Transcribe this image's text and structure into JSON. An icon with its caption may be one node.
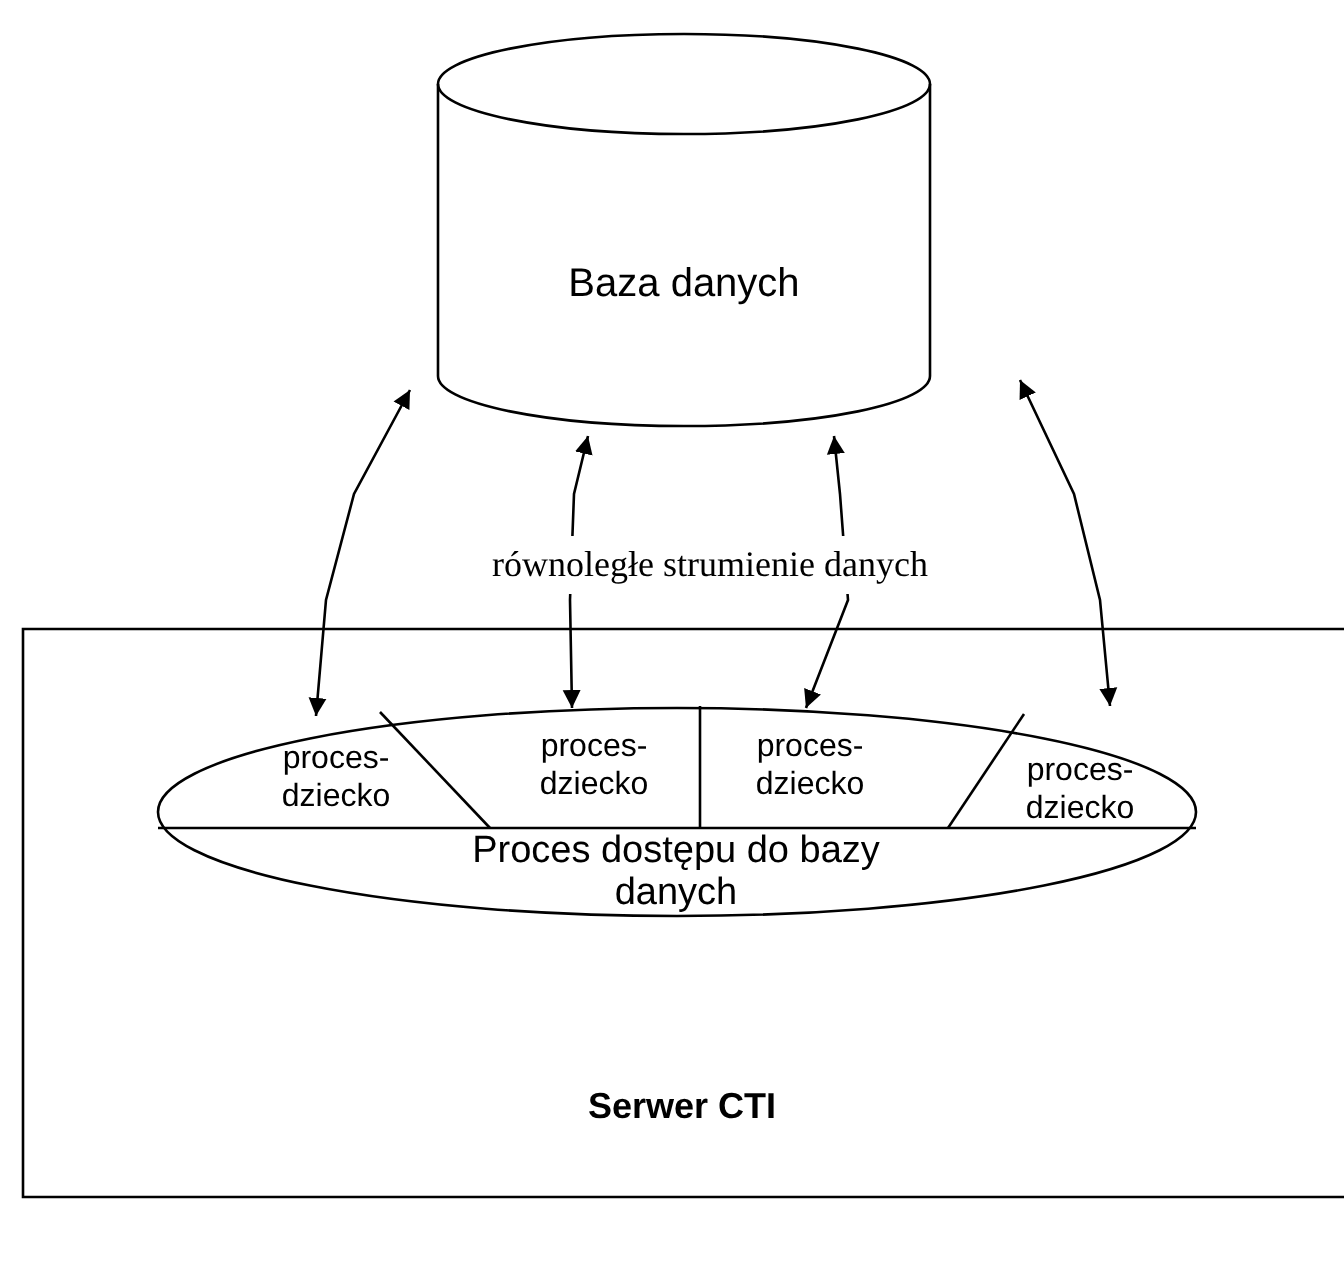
{
  "diagram": {
    "nodes": [
      {
        "text": [
          "Serwer CTI"
        ]
      },
      {
        "text": [
          "Baza danych"
        ]
      },
      {
        "text": [
          "Proces dostępu do bazy danych"
        ],
        "in": 0
      },
      {
        "text": [
          "proces- dziecko"
        ],
        "in": 2
      },
      {
        "text": [
          "proces- dziecko"
        ],
        "in": 2
      },
      {
        "text": [
          "proces- dziecko"
        ],
        "in": 2
      },
      {
        "text": [
          "proces- dziecko"
        ],
        "in": 2
      }
    ],
    "edges": [
      {
        "from": 3,
        "to": 1,
        "arrow": "both"
      },
      {
        "from": 4,
        "to": 1,
        "arrow": "both"
      },
      {
        "from": 5,
        "to": 1,
        "arrow": "both"
      },
      {
        "from": 6,
        "to": 1,
        "arrow": "both"
      }
    ],
    "labels": [
      "równoległe strumienie danych"
    ]
  }
}
